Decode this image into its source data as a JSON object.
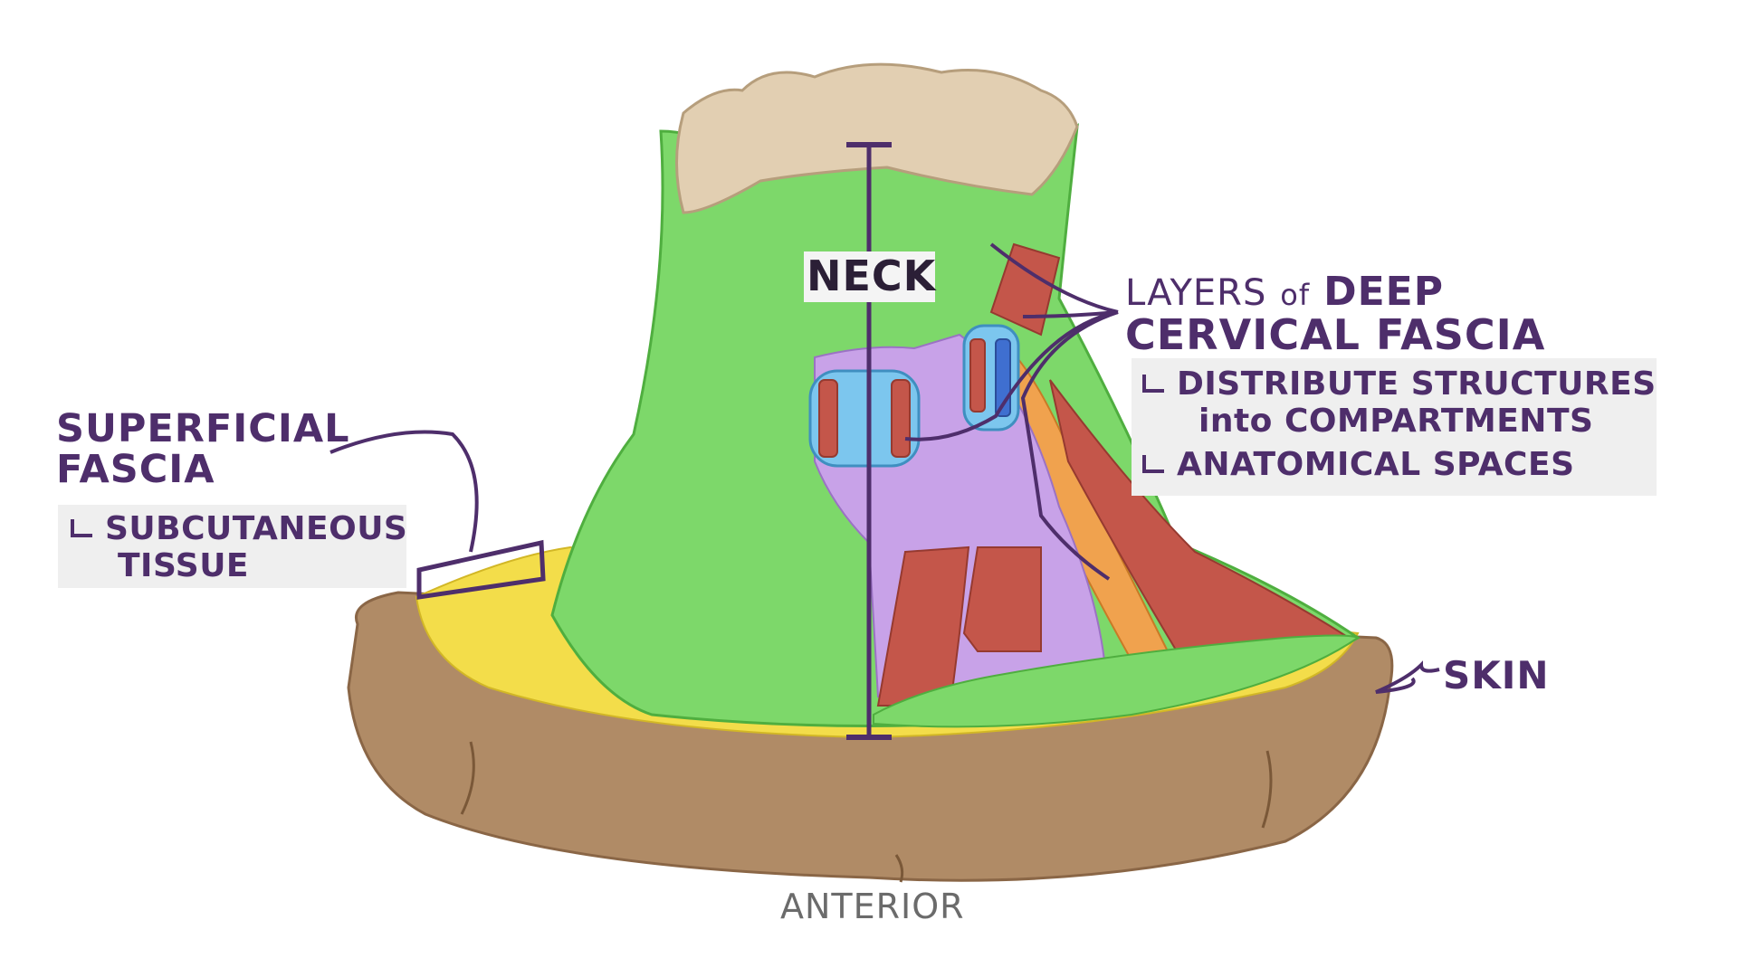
{
  "colors": {
    "ink": "#4e2e6b",
    "deep_fascia_green": "#7dd86a",
    "pretracheal_purple": "#c8a2e8",
    "carotid_blue": "#7cc6ee",
    "muscle_red": "#c4564a",
    "prevertebral_orange": "#f0a24e",
    "subcutaneous_yellow": "#f3dd4a",
    "skin_brown": "#b08b66",
    "bone_beige": "#e2cfb2"
  },
  "labels": {
    "neck": "NECK",
    "superficial_title_line1": "SUPERFICIAL",
    "superficial_title_line2": "FASCIA",
    "superficial_sub_line1": "SUBCUTANEOUS",
    "superficial_sub_line2": "TISSUE",
    "deep_prefix": "LAYERS",
    "deep_of": "of",
    "deep_title_line1_bold": "DEEP",
    "deep_title_line2": "CERVICAL FASCIA",
    "deep_sub1_line1": "DISTRIBUTE STRUCTURES",
    "deep_sub1_line2": "into COMPARTMENTS",
    "deep_sub2": "ANATOMICAL SPACES",
    "skin": "SKIN",
    "anterior": "ANTERIOR"
  },
  "icons": [
    "neck-cross-section-illustration",
    "bracket-icon"
  ]
}
